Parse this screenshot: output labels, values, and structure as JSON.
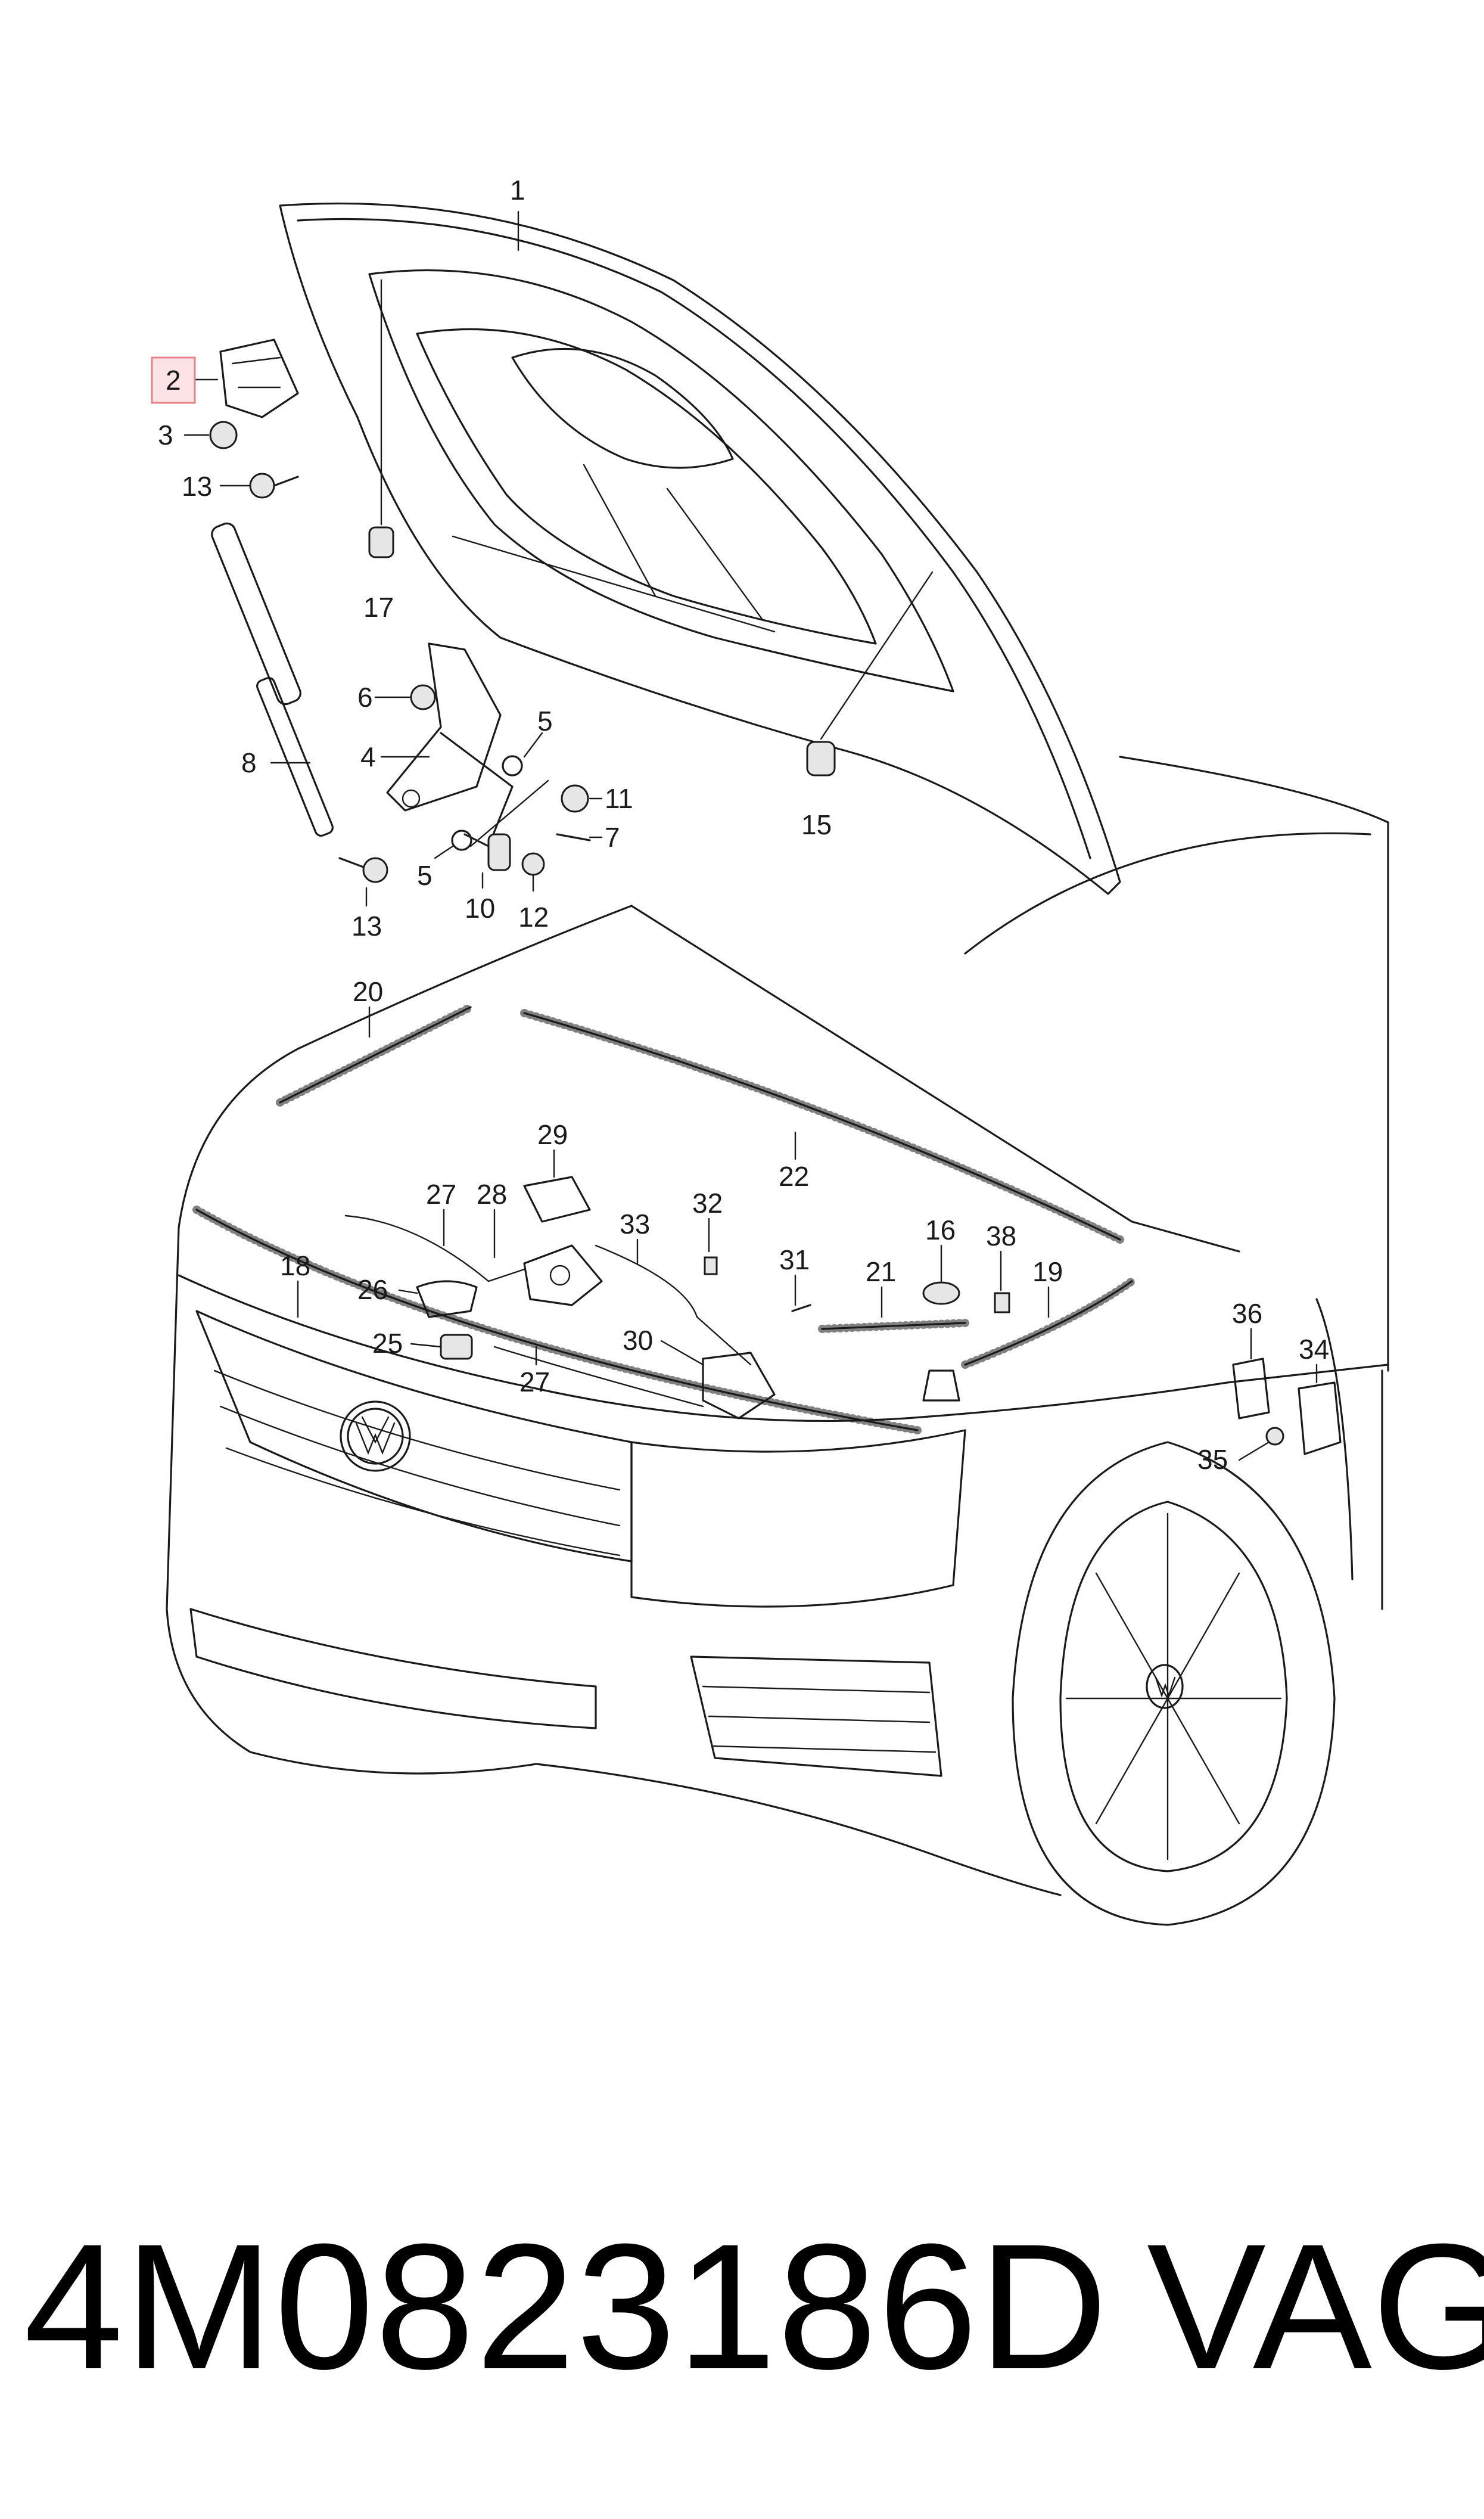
{
  "callouts": {
    "c1": "1",
    "c2": "2",
    "c3": "3",
    "c4": "4",
    "c5a": "5",
    "c5b": "5",
    "c6": "6",
    "c7": "7",
    "c8": "8",
    "c10": "10",
    "c11": "11",
    "c12": "12",
    "c13a": "13",
    "c13b": "13",
    "c15": "15",
    "c16": "16",
    "c17": "17",
    "c18": "18",
    "c19": "19",
    "c20": "20",
    "c21": "21",
    "c22": "22",
    "c25": "25",
    "c26": "26",
    "c27a": "27",
    "c27b": "27",
    "c28": "28",
    "c29": "29",
    "c30": "30",
    "c31": "31",
    "c32": "32",
    "c33": "33",
    "c34": "34",
    "c35": "35",
    "c36": "36",
    "c38": "38"
  },
  "highlighted_callout": "2",
  "highlight_color": "#e8818c",
  "footer": {
    "part_number": "4M0823186D",
    "brand": "VAG"
  }
}
